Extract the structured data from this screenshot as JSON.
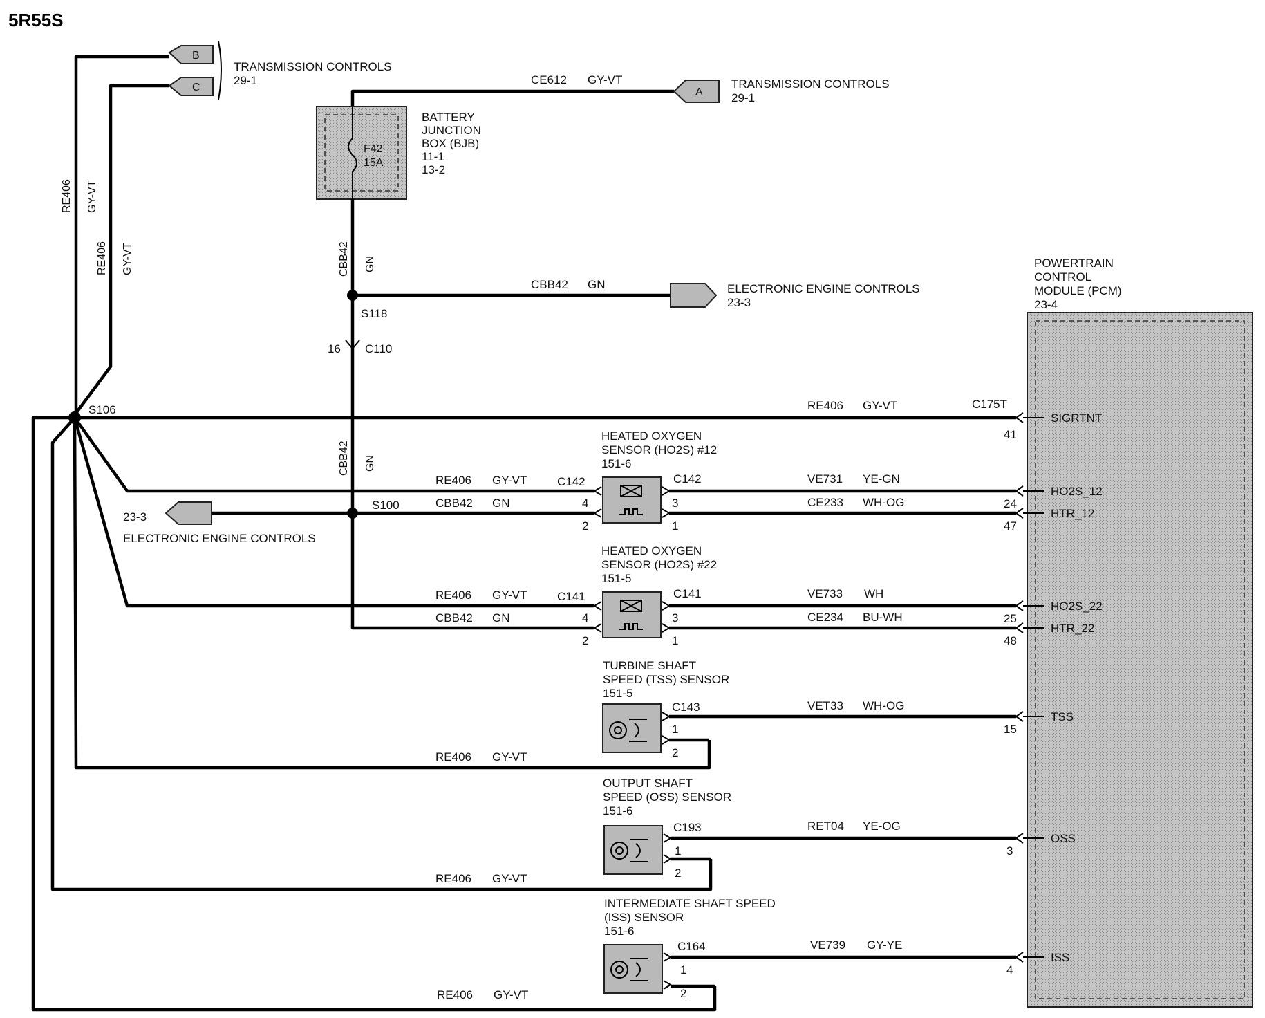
{
  "title": "5R55S",
  "connectors": {
    "b": "B",
    "c": "C",
    "a": "A",
    "bc_ref_name": "TRANSMISSION CONTROLS",
    "bc_ref_page": "29-1",
    "a_ref_name": "TRANSMISSION CONTROLS",
    "a_ref_page": "29-1",
    "eec_top_name": "ELECTRONIC ENGINE CONTROLS",
    "eec_top_page": "23-3",
    "eec_left_page": "23-3",
    "eec_left_name": "ELECTRONIC ENGINE CONTROLS"
  },
  "bjb": {
    "line1": "BATTERY",
    "line2": "JUNCTION",
    "line3": "BOX (BJB)",
    "ref1": "11-1",
    "ref2": "13-2",
    "fuse_id": "F42",
    "fuse_rating": "15A"
  },
  "wires": {
    "re406": "RE406",
    "gyvt": "GY-VT",
    "ce612": "CE612",
    "cbb42": "CBB42",
    "gn": "GN",
    "ve731": "VE731",
    "yegn": "YE-GN",
    "ce233": "CE233",
    "whog": "WH-OG",
    "ve733": "VE733",
    "wh": "WH",
    "ce234": "CE234",
    "buwh": "BU-WH",
    "vet33": "VET33",
    "ret04": "RET04",
    "yeog": "YE-OG",
    "ve739": "VE739",
    "gyye": "GY-YE"
  },
  "splices": {
    "s106": "S106",
    "s118": "S118",
    "s100": "S100",
    "c110": "C110",
    "c110_pin": "16"
  },
  "ho2s12": {
    "line1": "HEATED OXYGEN",
    "line2": "SENSOR   (HO2S) #12",
    "ref": "151-6",
    "conn": "C142",
    "pins": [
      "4",
      "2",
      "3",
      "1"
    ]
  },
  "ho2s22": {
    "line1": "HEATED OXYGEN",
    "line2": "SENSOR   (HO2S) #22",
    "ref": "151-5",
    "conn": "C141",
    "pins": [
      "4",
      "2",
      "3",
      "1"
    ]
  },
  "tss": {
    "line1": "TURBINE SHAFT",
    "line2": "SPEED (TSS)    SENSOR",
    "ref": "151-5",
    "conn": "C143",
    "pins": [
      "1",
      "2"
    ]
  },
  "oss": {
    "line1": "OUTPUT SHAFT",
    "line2": "SPEED (OSS)    SENSOR",
    "ref": "151-6",
    "conn": "C193",
    "pins": [
      "1",
      "2"
    ]
  },
  "iss": {
    "line1": "INTERMEDIATE   SHAFT SPEED",
    "line2": "(ISS) SENSOR",
    "ref": "151-6",
    "conn": "C164",
    "pins": [
      "1",
      "2"
    ]
  },
  "pcm": {
    "line1": "POWERTRAIN",
    "line2": "CONTROL",
    "line3": "MODULE (PCM)",
    "ref": "23-4",
    "conn": "C175T",
    "pins": [
      {
        "pin": "41",
        "signal": "SIGRTNT"
      },
      {
        "pin": "24",
        "signal": "HO2S_12"
      },
      {
        "pin": "47",
        "signal": "HTR_12"
      },
      {
        "pin": "25",
        "signal": "HO2S_22"
      },
      {
        "pin": "48",
        "signal": "HTR_22"
      },
      {
        "pin": "15",
        "signal": "TSS"
      },
      {
        "pin": "3",
        "signal": "OSS"
      },
      {
        "pin": "4",
        "signal": "ISS"
      }
    ]
  }
}
